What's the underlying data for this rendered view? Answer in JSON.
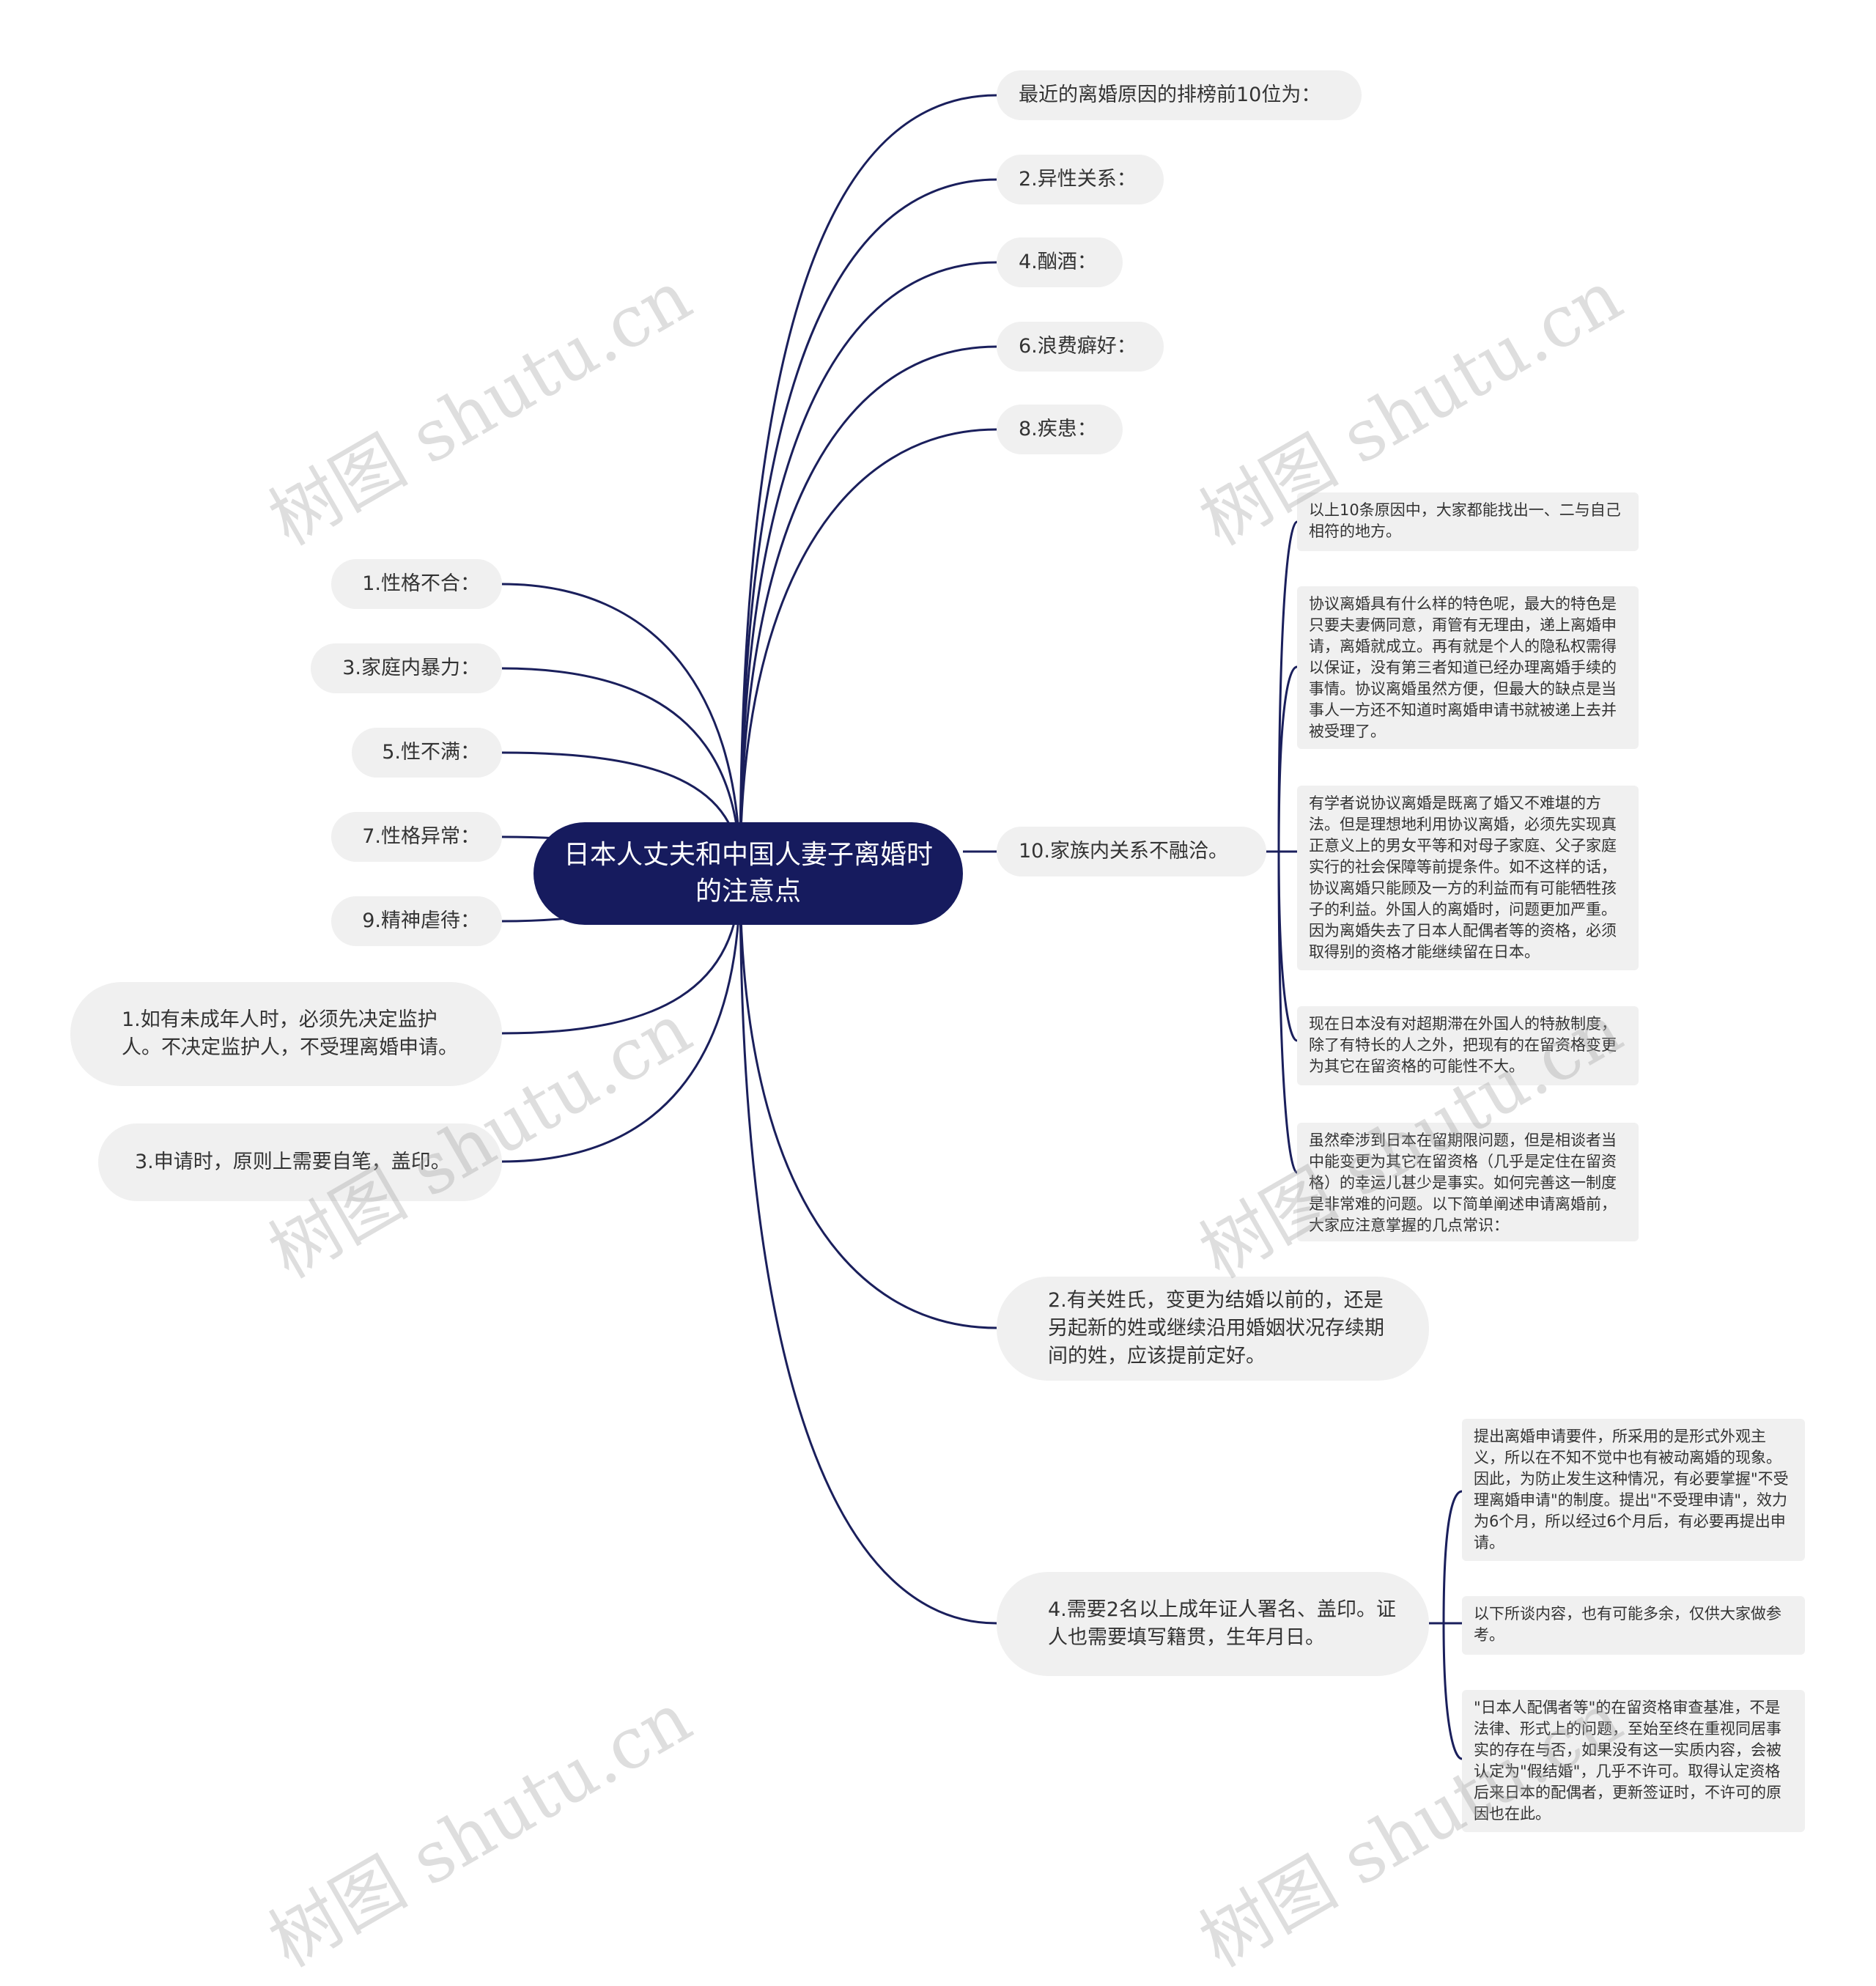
{
  "root": {
    "title": "日本人丈夫和中国人妻子离婚时的注意点"
  },
  "right_top": [
    "最近的离婚原因的排榜前10位为：",
    "2.异性关系：",
    "4.酗酒：",
    "6.浪费癖好：",
    "8.疾患："
  ],
  "left": [
    "1.性格不合：",
    "3.家庭内暴力：",
    "5.性不满：",
    "7.性格异常：",
    "9.精神虐待："
  ],
  "left_long": [
    "1.如有未成年人时，必须先决定监护人。不决定监护人，不受理离婚申请。",
    "3.申请时，原则上需要自笔，盖印。"
  ],
  "family": {
    "label": "10.家族内关系不融洽。",
    "notes": [
      "以上10条原因中，大家都能找出一、二与自己相符的地方。",
      "协议离婚具有什么样的特色呢，最大的特色是只要夫妻俩同意，甭管有无理由，递上离婚申请，离婚就成立。再有就是个人的隐私权需得以保证，没有第三者知道已经办理离婚手续的事情。协议离婚虽然方便，但最大的缺点是当事人一方还不知道时离婚申请书就被递上去并被受理了。",
      "有学者说协议离婚是既离了婚又不难堪的方法。但是理想地利用协议离婚，必须先实现真正意义上的男女平等和对母子家庭、父子家庭实行的社会保障等前提条件。如不这样的话，协议离婚只能顾及一方的利益而有可能牺牲孩子的利益。外国人的离婚时，问题更加严重。因为离婚失去了日本人配偶者等的资格，必须取得别的资格才能继续留在日本。",
      "现在日本没有对超期滞在外国人的特赦制度，除了有特长的人之外，把现有的在留资格变更为其它在留资格的可能性不大。",
      "虽然牵涉到日本在留期限问题，但是相谈者当中能变更为其它在留资格（几乎是定住在留资格）的幸运儿甚少是事实。如何完善这一制度是非常难的问题。以下简单阐述申请离婚前，大家应注意掌握的几点常识："
    ]
  },
  "surname": {
    "label": "2.有关姓氏，变更为结婚以前的，还是另起新的姓或继续沿用婚姻状况存续期间的姓，应该提前定好。"
  },
  "witness": {
    "label": "4.需要2名以上成年证人署名、盖印。证人也需要填写籍贯，生年月日。",
    "notes": [
      "提出离婚申请要件，所采用的是形式外观主义，所以在不知不觉中也有被动离婚的现象。因此，为防止发生这种情况，有必要掌握\"不受理离婚申请\"的制度。提出\"不受理申请\"，效力为6个月，所以经过6个月后，有必要再提出申请。",
      "以下所谈内容，也有可能多余，仅供大家做参考。",
      "\"日本人配偶者等\"的在留资格审查基准，不是法律、形式上的问题，至始至终在重视同居事实的存在与否，如果没有这一实质内容，会被认定为\"假结婚\"，几乎不许可。取得认定资格后来日本的配偶者，更新签证时，不许可的原因也在此。"
    ]
  },
  "watermark": "树图 shutu.cn",
  "colors": {
    "root_bg": "#161b5e",
    "link": "#1a1f5c",
    "node_bg": "#f0f0f0"
  }
}
